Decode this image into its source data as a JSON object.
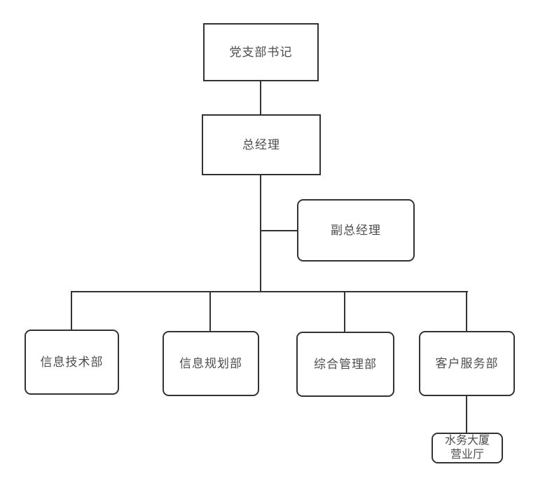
{
  "diagram": {
    "type": "org-chart",
    "colors": {
      "background": "#ffffff",
      "node_border": "#333333",
      "node_fill": "#ffffff",
      "text": "#4d4d4d",
      "connector": "#333333"
    },
    "nodes": {
      "party_secretary": {
        "label": "党支部书记"
      },
      "general_manager": {
        "label": "总经理"
      },
      "deputy_general_manager": {
        "label": "副总经理"
      },
      "info_tech_dept": {
        "label": "信息技术部"
      },
      "info_planning_dept": {
        "label": "信息规划部"
      },
      "general_admin_dept": {
        "label": "综合管理部"
      },
      "customer_service_dept": {
        "label": "客户服务部"
      },
      "water_building_hall": {
        "label": "水务大厦\n营业厅"
      }
    },
    "edges": [
      {
        "from": "party_secretary",
        "to": "general_manager"
      },
      {
        "from": "general_manager",
        "to": "deputy_general_manager"
      },
      {
        "from": "general_manager",
        "to": "info_tech_dept"
      },
      {
        "from": "general_manager",
        "to": "info_planning_dept"
      },
      {
        "from": "general_manager",
        "to": "general_admin_dept"
      },
      {
        "from": "general_manager",
        "to": "customer_service_dept"
      },
      {
        "from": "customer_service_dept",
        "to": "water_building_hall"
      }
    ]
  }
}
